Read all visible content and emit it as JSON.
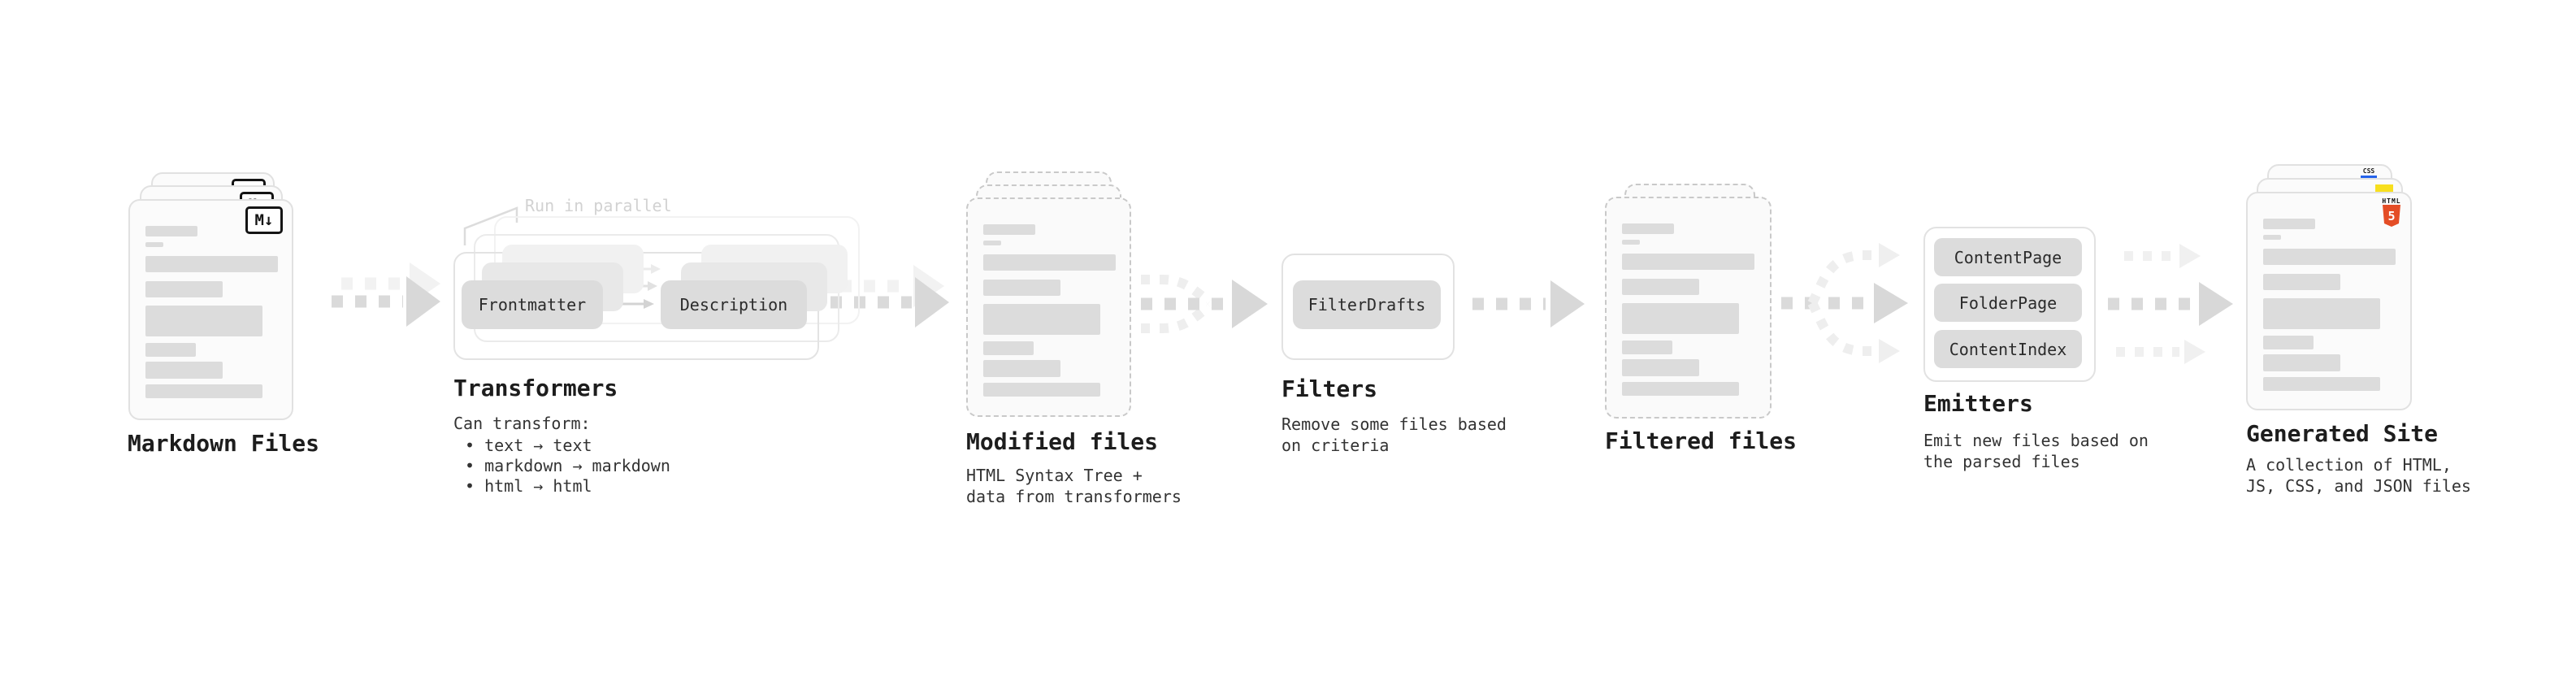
{
  "colors": {
    "html5_orange": "#e44d26",
    "js_yellow": "#f7df1e",
    "css_blue": "#2563eb",
    "arrow_gray": "#dadada",
    "pill_gray": "#dcdcdc"
  },
  "stages": {
    "markdown": {
      "title": "Markdown Files",
      "badge": "M↓"
    },
    "transformers": {
      "title": "Transformers",
      "annotation": "Run in parallel",
      "pill_left": "Frontmatter",
      "pill_right": "Description",
      "note_heading": "Can transform:",
      "bullets": [
        "• text → text",
        "• markdown → markdown",
        "• html → html"
      ]
    },
    "modified": {
      "title": "Modified files",
      "subtitle": "HTML Syntax Tree +\ndata from transformers"
    },
    "filters": {
      "title": "Filters",
      "subtitle": "Remove some files based\non criteria",
      "pill": "FilterDrafts"
    },
    "filtered": {
      "title": "Filtered files"
    },
    "emitters": {
      "title": "Emitters",
      "subtitle": "Emit new files based on\nthe parsed files",
      "pills": [
        "ContentPage",
        "FolderPage",
        "ContentIndex"
      ]
    },
    "generated": {
      "title": "Generated Site",
      "subtitle": "A collection of HTML,\nJS, CSS, and JSON files",
      "css_badge": "CSS",
      "html_badge_label": "HTML",
      "html_badge_number": "5"
    }
  }
}
